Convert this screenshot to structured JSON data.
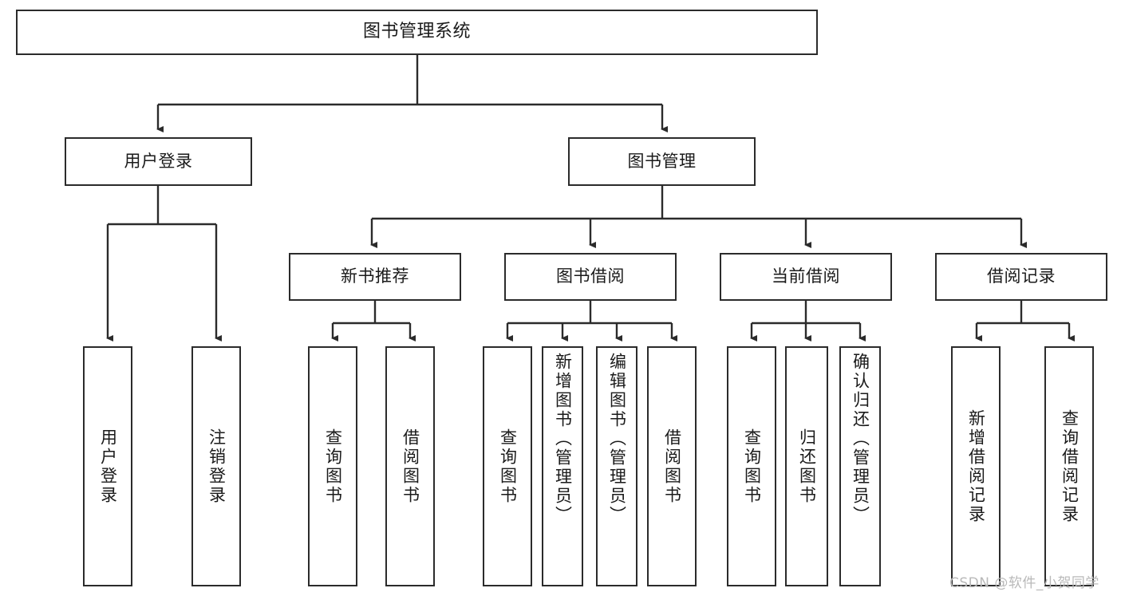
{
  "diagram": {
    "type": "tree",
    "title": "图书管理系统",
    "root": {
      "label": "图书管理系统"
    },
    "level1": [
      {
        "label": "用户登录"
      },
      {
        "label": "图书管理"
      }
    ],
    "level2": [
      {
        "label": "新书推荐"
      },
      {
        "label": "图书借阅"
      },
      {
        "label": "当前借阅"
      },
      {
        "label": "借阅记录"
      }
    ],
    "leaves": {
      "user_login": [
        {
          "label": "用户登录"
        },
        {
          "label": "注销登录"
        }
      ],
      "new_book_recommend": [
        {
          "label": "查询图书"
        },
        {
          "label": "借阅图书"
        }
      ],
      "book_borrow": [
        {
          "label": "查询图书"
        },
        {
          "label": "新增图书（管理员）"
        },
        {
          "label": "编辑图书（管理员）"
        },
        {
          "label": "借阅图书"
        }
      ],
      "current_borrow": [
        {
          "label": "查询图书"
        },
        {
          "label": "归还图书"
        },
        {
          "label": "确认归还（管理员）"
        }
      ],
      "borrow_record": [
        {
          "label": "新增借阅记录"
        },
        {
          "label": "查询借阅记录"
        }
      ]
    }
  },
  "watermark": {
    "text": "CSDN @软件_小贺同学"
  },
  "colors": {
    "background": "#ffffff",
    "node_border": "#2b2b2b",
    "node_fill": "#ffffff",
    "text": "#1a1a1a",
    "connector": "#2b2b2b",
    "watermark": "#b9b9b9"
  }
}
